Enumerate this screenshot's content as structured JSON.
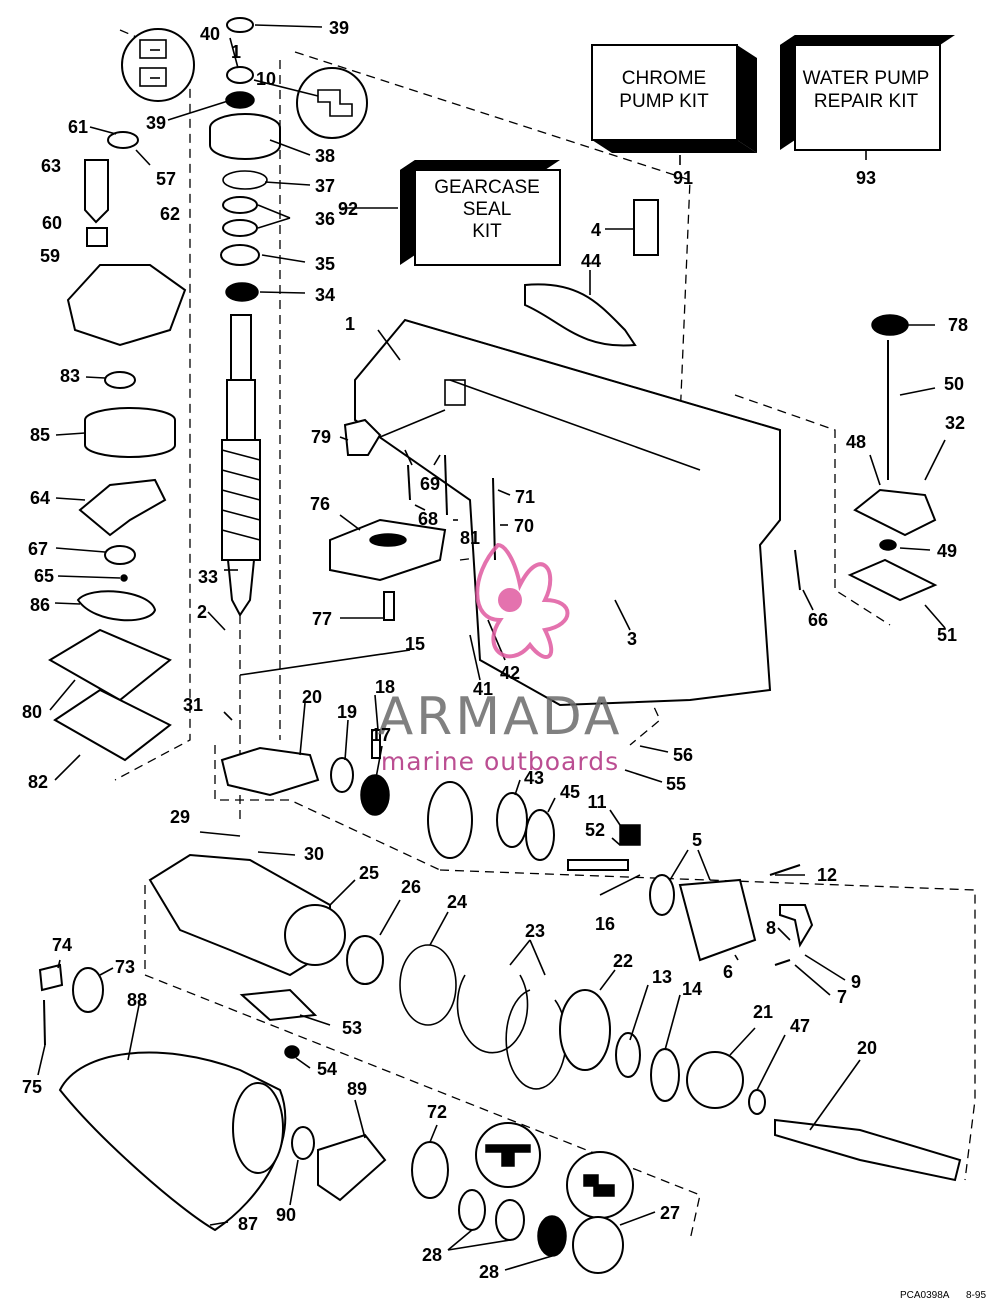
{
  "kits": {
    "chrome_pump": {
      "line1": "CHROME",
      "line2": "PUMP KIT",
      "number": "91"
    },
    "water_pump": {
      "line1": "WATER PUMP",
      "line2": "REPAIR KIT",
      "number": "93"
    },
    "gearcase_seal": {
      "line1": "GEARCASE",
      "line2": "SEAL",
      "line3": "KIT",
      "number": "92"
    }
  },
  "watermark": {
    "name": "ARMADA",
    "tagline": "marine outboards",
    "color": "#e05aa0"
  },
  "footer": {
    "code": "PCA0398A",
    "date": "8-95"
  },
  "callouts": [
    "39",
    "40",
    "1",
    "10",
    "39",
    "61",
    "57",
    "63",
    "38",
    "37",
    "36",
    "62",
    "60",
    "59",
    "35",
    "34",
    "4",
    "44",
    "1",
    "78",
    "50",
    "83",
    "85",
    "79",
    "69",
    "71",
    "68",
    "81",
    "70",
    "48",
    "32",
    "64",
    "76",
    "49",
    "67",
    "65",
    "33",
    "86",
    "2",
    "77",
    "3",
    "66",
    "51",
    "80",
    "15",
    "41",
    "42",
    "18",
    "20",
    "31",
    "19",
    "17",
    "82",
    "56",
    "43",
    "45",
    "55",
    "11",
    "29",
    "52",
    "30",
    "5",
    "25",
    "12",
    "26",
    "24",
    "16",
    "23",
    "8",
    "22",
    "74",
    "73",
    "13",
    "6",
    "9",
    "7",
    "14",
    "88",
    "53",
    "21",
    "47",
    "20",
    "54",
    "75",
    "89",
    "72",
    "90",
    "27",
    "87",
    "28",
    "28"
  ]
}
